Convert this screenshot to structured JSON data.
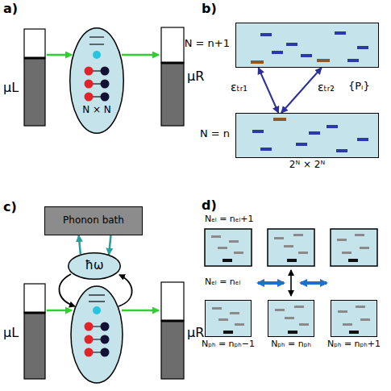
{
  "diagram": {
    "nodes": [
      {
        "text": [
          "N × N"
        ]
      },
      {
        "text": [
          "N = n+1"
        ]
      },
      {
        "text": [
          "N = n",
          "2ᴺ × 2ᴺ"
        ]
      },
      {
        "text": [
          "Phonon bath"
        ]
      },
      {
        "text": [
          "ħω"
        ]
      },
      {
        "text": [
          "Nₚₕ = nₚₕ−1"
        ]
      },
      {
        "text": [
          "Nₚₕ = nₚₕ"
        ]
      },
      {
        "text": [
          "Nₚₕ = nₚₕ+1"
        ]
      }
    ],
    "edges": [
      {
        "from": 2,
        "to": 1,
        "arrow": "both",
        "label": "εₜᵣ₁"
      },
      {
        "from": 2,
        "to": 1,
        "arrow": "both",
        "label": "εₜᵣ₂"
      },
      {
        "from": 3,
        "to": 4,
        "arrow": "to"
      },
      {
        "from": 4,
        "to": 3,
        "arrow": "to"
      }
    ],
    "labels": [
      "a)",
      "μL",
      "μR",
      "b)",
      "{Pᵢ}",
      "c)",
      "μL",
      "μR",
      "d)",
      "Nₑₗ = nₑₗ+1",
      "Nₑₗ = nₑₗ"
    ]
  }
}
